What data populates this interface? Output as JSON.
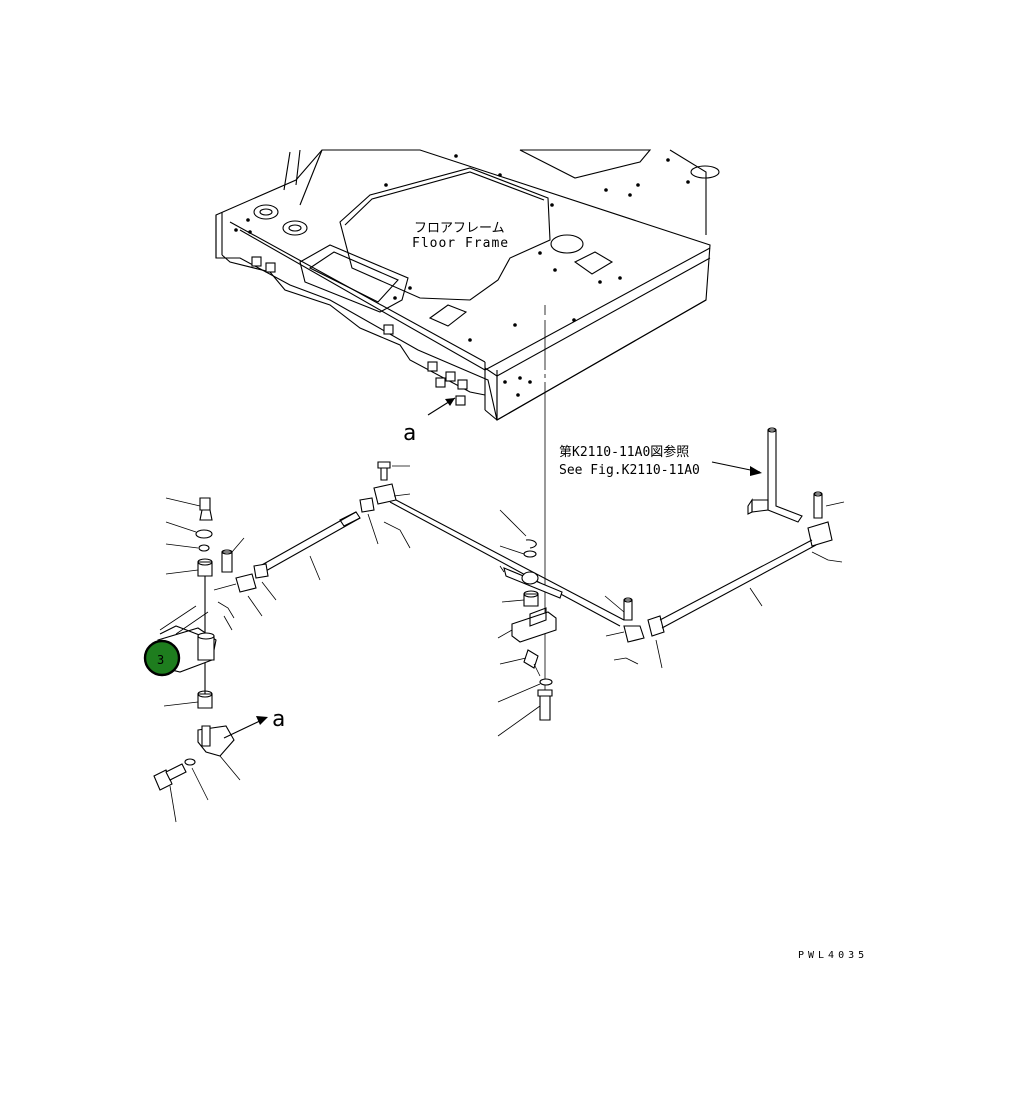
{
  "labels": {
    "floor_frame_jp": "フロアフレーム",
    "floor_frame_en": "Floor Frame",
    "ref_jp": "第K2110-11A0図参照",
    "ref_en": "See Fig.K2110-11A0",
    "view_a_top": "a",
    "view_a_bottom": "a",
    "drawing_code": "PWL4035"
  },
  "callout": {
    "number": "3",
    "color": "#1e7d1e",
    "border_color": "#000000",
    "text_color": "#ffffff"
  }
}
